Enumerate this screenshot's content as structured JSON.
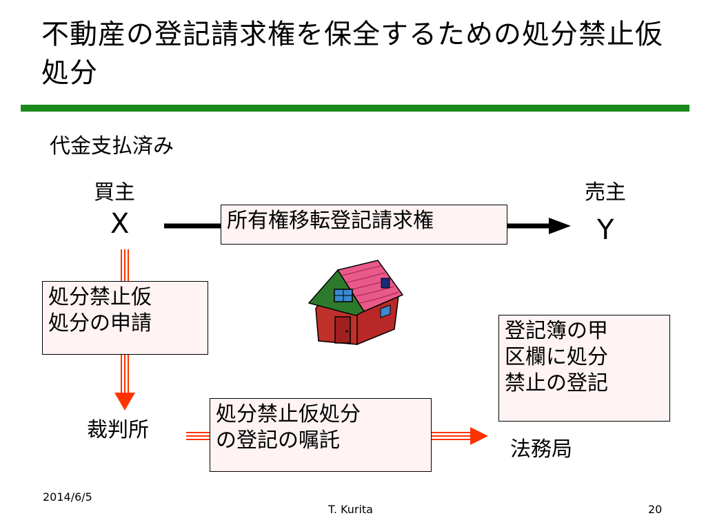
{
  "slide": {
    "title": "不動産の登記請求権を保全するための処分禁止仮処分",
    "subject_note": "代金支払済み"
  },
  "parties": {
    "buyer_role": "買主",
    "buyer_letter": "X",
    "seller_role": "売主",
    "seller_letter": "Y"
  },
  "boxes": {
    "claim": "所有権移転登記請求権",
    "petition_lines": [
      "処分禁止仮",
      "処分の申請"
    ],
    "commission_lines": [
      "処分禁止仮処分",
      "の登記の嘱託"
    ],
    "registry_lines": [
      "登記簿の甲",
      "区欄に処分",
      "禁止の登記"
    ]
  },
  "places": {
    "court": "裁判所",
    "legal_affairs_bureau": "法務局"
  },
  "colors": {
    "title_rule": "#1a8a1a",
    "arrow_red": "#ff3300",
    "box_fill": "#fff3f3",
    "house_wall": "#c0302a",
    "house_roof": "#e85a8a",
    "house_window": "#3a8ad0"
  },
  "footer": {
    "date": "2014/6/5",
    "author": "T. Kurita",
    "page": "20"
  }
}
